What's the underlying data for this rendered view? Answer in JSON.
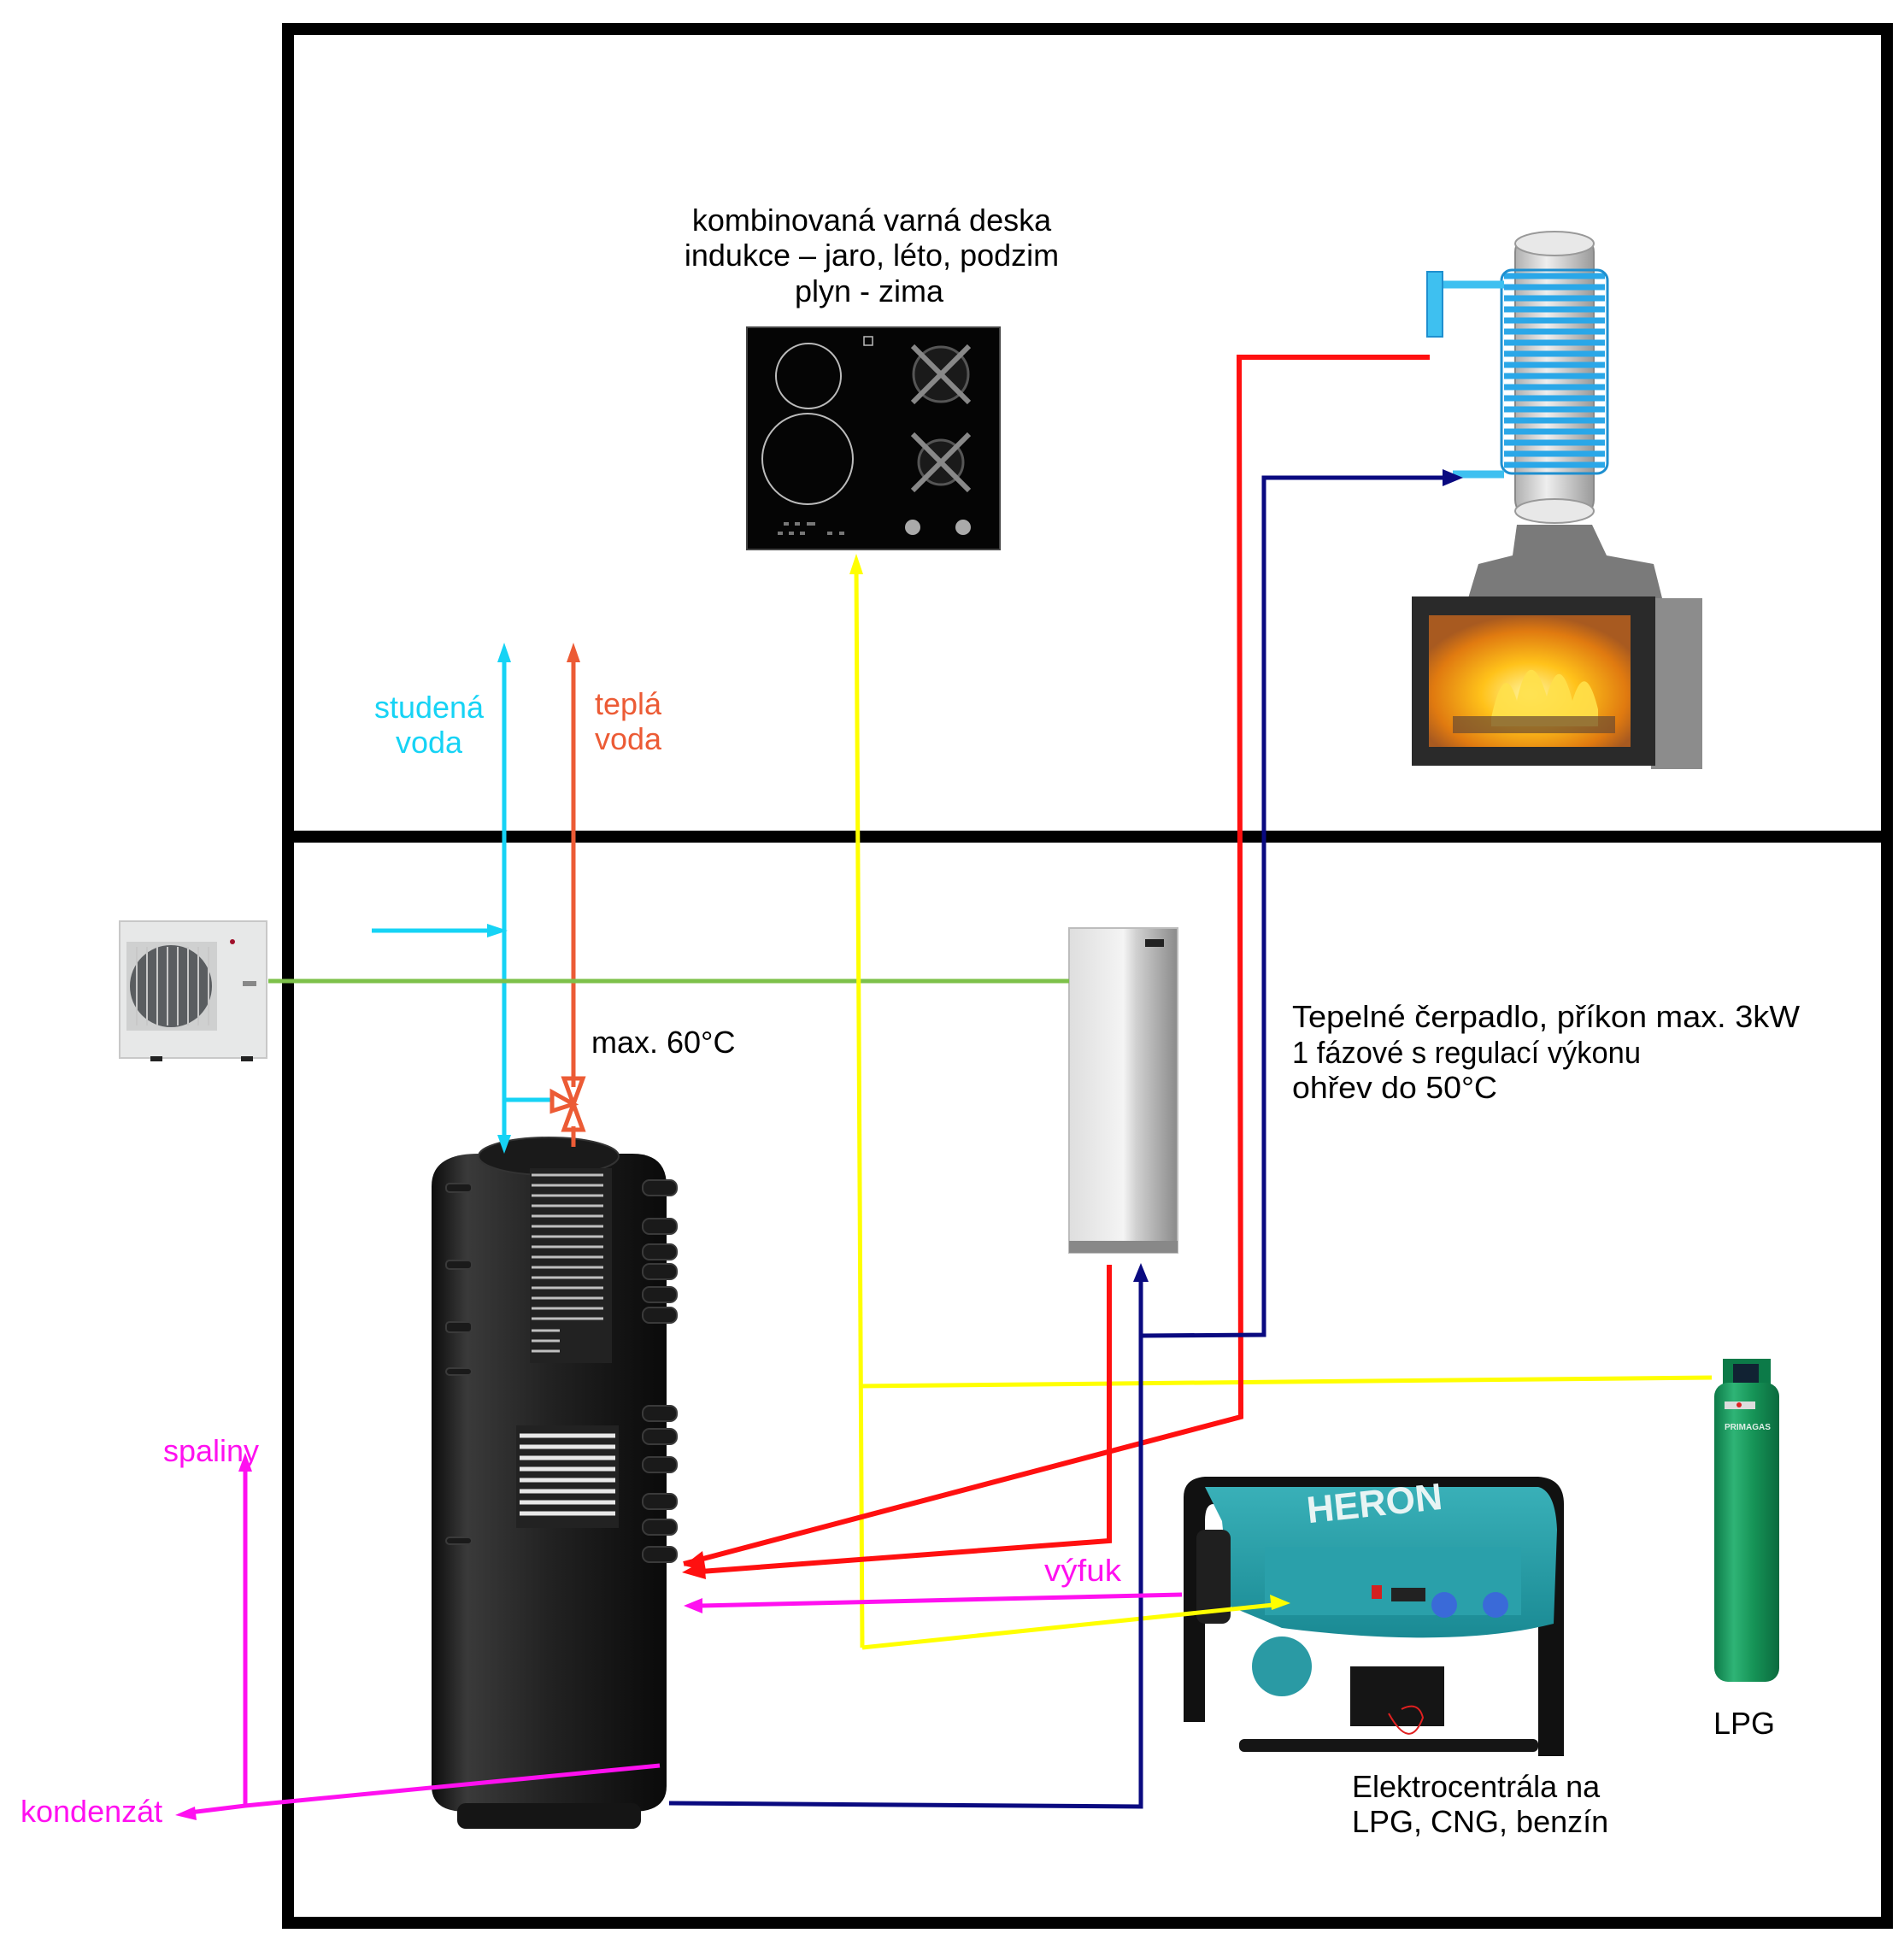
{
  "labels": {
    "hob_title": [
      "kombinovaná varná deska",
      "indukce – jaro, léto, podzim",
      "plyn - zima"
    ],
    "cold_water": [
      "studená",
      "voda"
    ],
    "hot_water": [
      "teplá",
      "voda"
    ],
    "max_temp": "max. 60°C",
    "heat_pump": [
      "Tepelné čerpadlo, příkon max. 3kW",
      "1 fázové s regulací výkonu",
      "ohřev do 50°C"
    ],
    "flue_gas": "spaliny",
    "condensate": "kondenzát",
    "exhaust": "výfuk",
    "generator": [
      "Elektrocentrála na",
      "LPG, CNG, benzín"
    ],
    "lpg": "LPG",
    "generator_brand": "HERON",
    "cylinder_brand": "PRIMAGAS"
  },
  "colors": {
    "wall": "#000000",
    "cold_water": "#16d3f5",
    "hot_water": "#ec5b35",
    "heating_flow": "#ff1010",
    "heating_return": "#0a0a80",
    "gas": "#ffff00",
    "exhaust": "#ff10f0",
    "refrigerant": "#7dc14a",
    "text": "#000000"
  },
  "components": [
    {
      "name": "combi-hob",
      "description": "induction + gas hob"
    },
    {
      "name": "fireplace-insert",
      "description": "fireplace with water heat exchanger coil"
    },
    {
      "name": "heat-pump-outdoor-unit"
    },
    {
      "name": "heat-pump-indoor-unit"
    },
    {
      "name": "storage-tank",
      "description": "accumulation tank with two coils"
    },
    {
      "name": "generator",
      "description": "HERON generator"
    },
    {
      "name": "lpg-cylinder"
    }
  ]
}
